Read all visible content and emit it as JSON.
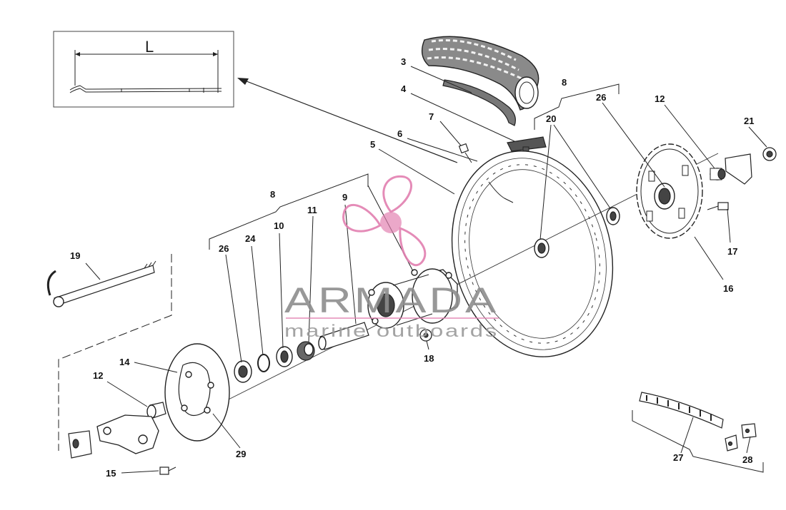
{
  "inset": {
    "dimension_label": "L"
  },
  "callouts": [
    {
      "id": "c3",
      "text": "3"
    },
    {
      "id": "c4",
      "text": "4"
    },
    {
      "id": "c5",
      "text": "5"
    },
    {
      "id": "c6",
      "text": "6"
    },
    {
      "id": "c7",
      "text": "7"
    },
    {
      "id": "c8a",
      "text": "8"
    },
    {
      "id": "c8b",
      "text": "8"
    },
    {
      "id": "c9",
      "text": "9"
    },
    {
      "id": "c10",
      "text": "10"
    },
    {
      "id": "c11",
      "text": "11"
    },
    {
      "id": "c12a",
      "text": "12"
    },
    {
      "id": "c12b",
      "text": "12"
    },
    {
      "id": "c14",
      "text": "14"
    },
    {
      "id": "c15",
      "text": "15"
    },
    {
      "id": "c16",
      "text": "16"
    },
    {
      "id": "c17",
      "text": "17"
    },
    {
      "id": "c18",
      "text": "18"
    },
    {
      "id": "c19",
      "text": "19"
    },
    {
      "id": "c20",
      "text": "20"
    },
    {
      "id": "c21",
      "text": "21"
    },
    {
      "id": "c24",
      "text": "24"
    },
    {
      "id": "c26a",
      "text": "26"
    },
    {
      "id": "c26b",
      "text": "26"
    },
    {
      "id": "c27",
      "text": "27"
    },
    {
      "id": "c28",
      "text": "28"
    },
    {
      "id": "c29",
      "text": "29"
    }
  ],
  "watermark": {
    "brand": "ARMADA",
    "subtitle": "marine outboards",
    "brand_color": "#e27fb0"
  }
}
